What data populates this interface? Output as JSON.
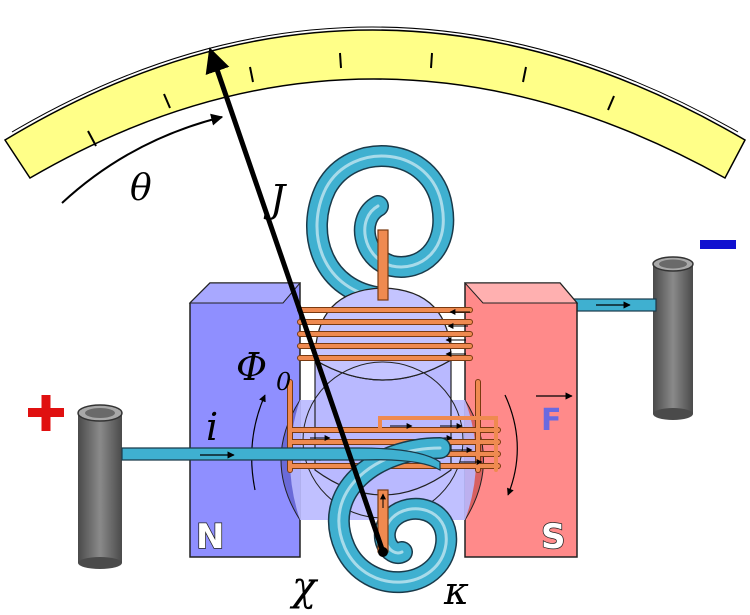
{
  "labels": {
    "theta": "θ",
    "J": "J",
    "Phi0": "Φ",
    "Phi0_sub": "0",
    "i": "i",
    "F": "F",
    "N": "N",
    "S": "S",
    "chi": "χ",
    "kappa": "κ",
    "plus": "+",
    "minus": "−"
  },
  "colors": {
    "scale": "#ffff88",
    "pole_north": "#8f8fff",
    "pole_south": "#ff8a8a",
    "core": "#b9b9ff",
    "coil": "#ef8a50",
    "spring": "#3fb0d0",
    "terminal": "#6e6e6e",
    "plus": "#e01010",
    "minus": "#1010d0"
  },
  "icons": [
    "needle-arrow",
    "spiral-spring",
    "terminal-post"
  ]
}
